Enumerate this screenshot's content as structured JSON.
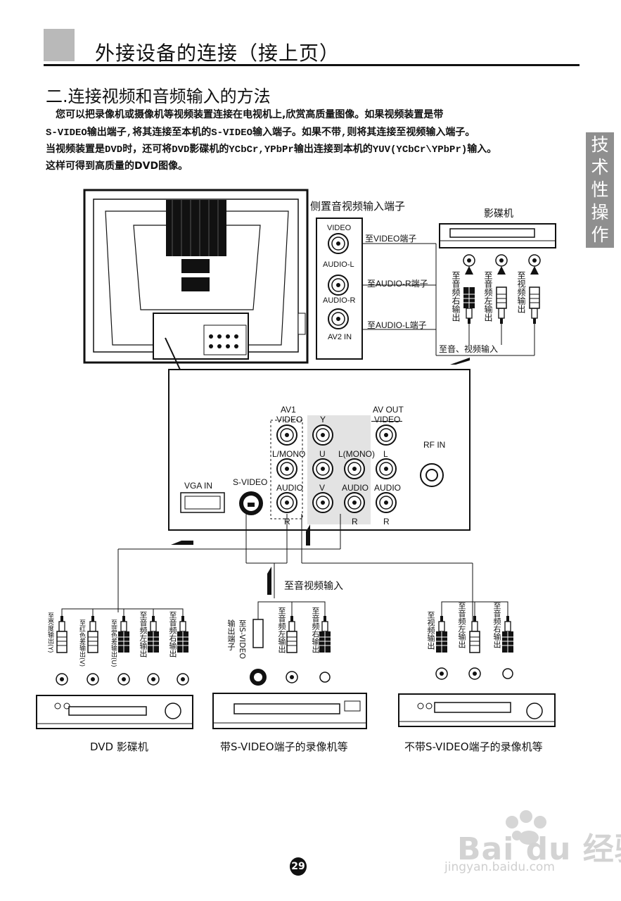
{
  "header": {
    "title": "外接设备的连接（接上页）"
  },
  "section": {
    "title": "二.连接视频和音频输入的方法",
    "paragraph": [
      "　您可以把录像机或摄像机等视频装置连接在电视机上,欣赏高质量图像。如果视频装置是带",
      "S-VIDEO输出端子,将其连接至本机的S-VIDEO输入端子。如果不带,则将其连接至视频输入端子。",
      "当视频装置是DVD时，还可将DVD影碟机的YCbCr,YPbPr输出连接到本机的YUV(YCbCr\\YPbPr)输入。",
      "这样可得到高质量的DVD图像。"
    ]
  },
  "side_tab": {
    "chars": [
      "技",
      "术",
      "性",
      "操",
      "作"
    ]
  },
  "side_panel": {
    "title": "侧置音视频输入端子",
    "jacks": [
      "VIDEO",
      "AUDIO-L",
      "AUDIO-R",
      "AV2 IN"
    ],
    "links": [
      "至VIDEO端子",
      "至AUDIO-R端子",
      "至AUDIO-L端子"
    ]
  },
  "dvd_top": {
    "label": "影碟机",
    "outputs": [
      "至音频右输出",
      "至音频左输出",
      "至视频输出"
    ],
    "bottom_label": "至音、视频输入"
  },
  "rear_panel": {
    "vga": "VGA IN",
    "svideo": "S-VIDEO",
    "av1": "AV1",
    "av_out": "AV OUT",
    "rf_in": "RF IN",
    "video": "VIDEO",
    "l_mono": "L/MONO",
    "l_mono2": "L(MONO)",
    "audio": "AUDIO",
    "y": "Y",
    "u": "U",
    "v": "V",
    "l": "L",
    "r": "R",
    "arrow_label": "至音视频输入"
  },
  "devices": {
    "dvd": {
      "caption": "DVD 影碟机",
      "outputs": [
        "至亮度输出(Y)",
        "至红色差输出(V)",
        "至蓝色差输出(U)",
        "至音频左输出",
        "至音频右输出"
      ]
    },
    "vcr_svideo": {
      "caption": "带S-VIDEO端子的录像机等",
      "outputs": [
        "至S-VIDEO输出端子",
        "至音频左输出",
        "至音频右输出"
      ]
    },
    "vcr_plain": {
      "caption": "不带S-VIDEO端子的录像机等",
      "outputs": [
        "至视频输出",
        "至音频左输出",
        "至音频右输出"
      ]
    }
  },
  "footer": {
    "page_number": "29"
  },
  "watermark": {
    "brand": "Bai du 经验",
    "url": "jingyan.baidu.com"
  }
}
